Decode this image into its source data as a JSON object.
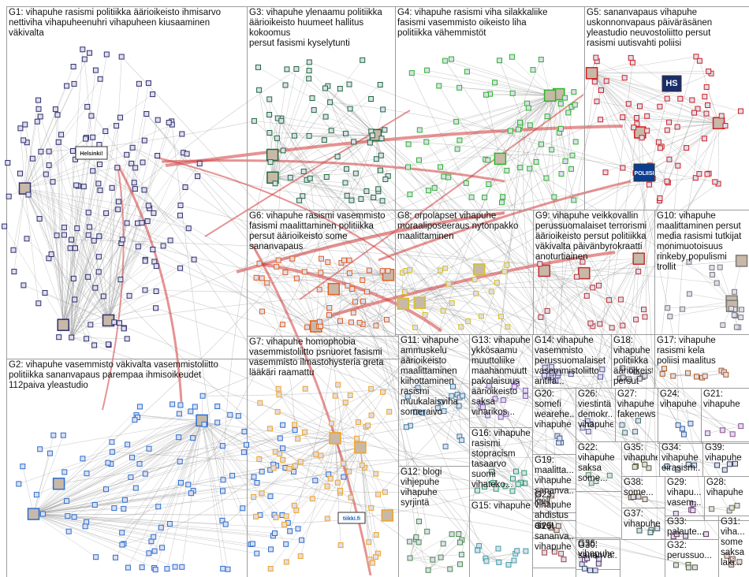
{
  "groups": [
    {
      "id": "G1",
      "label": "G1: vihapuhe rasismi politiikka äärioikeisto ihmisarvo\nnettiviha vihapuheenuhri vihapuheen kiusaaminen\nväkivalta",
      "color": "#2f2f6b"
    },
    {
      "id": "G2",
      "label": "G2: vihapuhe vasemmisto väkivalta vasemmistoliitto\npolitiikka sananvapaus parempaa ihmisoikeudet\n112paiva yleastudio",
      "color": "#2a6fd1"
    },
    {
      "id": "G3",
      "label": "G3: vihapuhe ylenaamu politiikka\näärioikeisto huumeet hallitus kokoomus\npersut fasismi kyselytunti",
      "color": "#1d6b3a"
    },
    {
      "id": "G4",
      "label": "G4: vihapuhe rasismi viha silakkaliike\nfasismi vasemmisto oikeisto liha\npolitiikka vähemmistöt",
      "color": "#2bb52b"
    },
    {
      "id": "G5",
      "label": "G5: sananvapaus vihapuhe\nuskonnonvapaus päiväräsänen\nyleastudio neuvostoliitto persut\nrasismi uutisvahti poliisi",
      "color": "#d21f1f"
    },
    {
      "id": "G6",
      "label": "G6: vihapuhe rasismi vasemmisto\nfasismi maalittaminen politiikka\npersut äärioikeisto some\nsananvapaus",
      "color": "#e06020"
    },
    {
      "id": "G7",
      "label": "G7: vihapuhe homophobia\nvasemmistoliitto psnuoret fasismi\nvasemmisto ilmastohysteria greta\nlääkäri raamattu",
      "color": "#f2a41e"
    },
    {
      "id": "G8",
      "label": "G8: orpolapset vihapuhe\nmoraaliposeeraus nytonpakko\nmaalittaminen",
      "color": "#d6c21e"
    },
    {
      "id": "G9",
      "label": "G9: vihapuhe veikkovallin\nperussuomalaiset terrorismi\näärioikeisto persut politiikka\nväkivalta päivänbyrokraatti\nanoturtiainen",
      "color": "#c03030"
    },
    {
      "id": "G10",
      "label": "G10: vihapuhe\nmaalittaminen persut\nmedia rasismi tutkijat\nmonimuotoisuus\nrinkeby populismi\ntrollit",
      "color": "#7a7a7a"
    },
    {
      "id": "G11",
      "label": "G11: vihapuhe\nammuskelu\näärioikeisto\nmaalittaminen\nkiihottaminen\nrasismi\nmuukalaisviha\nsomeraivo",
      "color": "#3a7a9a"
    },
    {
      "id": "G12",
      "label": "G12: blogi\nvihjepuhe\nvihapuhe\nsyrjintä",
      "color": "#4a8a4a"
    },
    {
      "id": "G13",
      "label": "G13: vihapuhe\nykkösaamu\nmuuttoliike\nmaahanmuutt\npakolaisuus\näärioikeisto\nsaksa\nviharikos...",
      "color": "#8a5ab8"
    },
    {
      "id": "G14",
      "label": "G14: vihapuhe\nvasemmisto\nperussuomalaiset\nvasemmistoliitto\nantifa...",
      "color": "#5a5aa0"
    },
    {
      "id": "G15",
      "label": "G15: vihapuhe",
      "color": "#3aa0a0"
    },
    {
      "id": "G16",
      "label": "G16: vihapuhe\nrasismi\nstopracism\ntasaarvo\nsuomi\nvihateko...",
      "color": "#2a9a6a"
    },
    {
      "id": "G17",
      "label": "G17: vihapuhe\nrasismi kela\npoliisi maalitus",
      "color": "#b05a20"
    },
    {
      "id": "G18",
      "label": "G18: vihapuhe\npolitiikka\näärioikeisto\npersut hallaaho\ntrollit botit...",
      "color": "#606060"
    },
    {
      "id": "G19",
      "label": "G19:\nmaalitta...\nvihapuhe\nsananva...\nkieli",
      "color": "#906040"
    },
    {
      "id": "G20",
      "label": "G20:\nsomefi\nwearehe...\nvihapuhe",
      "color": "#406090"
    },
    {
      "id": "G21",
      "label": "G21:\nvihapuhe",
      "color": "#905090"
    },
    {
      "id": "G22",
      "label": "G22:\nvihapuhe\nsaksa\nsome...",
      "color": "#509050"
    },
    {
      "id": "G23",
      "label": "G23:\nvihapuhe\nahdistus\naivot",
      "color": "#705030"
    },
    {
      "id": "G24",
      "label": "G24:\nvihapuhe",
      "color": "#3060a0"
    },
    {
      "id": "G25",
      "label": "G25:\nsananva...\nvihapuhe",
      "color": "#a04040"
    },
    {
      "id": "G26",
      "label": "G26:\nviestintä\ndemokr...\nvihapuhe",
      "color": "#606090"
    },
    {
      "id": "G27",
      "label": "G27:\nvihapuhe\nfakenews",
      "color": "#407070"
    },
    {
      "id": "G28",
      "label": "G28:\nvihapuhe",
      "color": "#707040"
    },
    {
      "id": "G29",
      "label": "G29:\nvihapu...\nvasem...",
      "color": "#704070"
    },
    {
      "id": "G30",
      "label": "G30:\nsananva...",
      "color": "#405070"
    },
    {
      "id": "G31",
      "label": "G31:\nviha...\nsome\nsaksa\nlaki...",
      "color": "#805030"
    },
    {
      "id": "G32",
      "label": "G32:\nperussuo...",
      "color": "#506030"
    },
    {
      "id": "G33",
      "label": "G33:\npalaute...",
      "color": "#603050"
    },
    {
      "id": "G34",
      "label": "G34:\nvihapuhe\neirasism...",
      "color": "#305060"
    },
    {
      "id": "G35",
      "label": "G35:\nvihapuhe",
      "color": "#606030"
    },
    {
      "id": "G36",
      "label": "G36:\nvihapuhe",
      "color": "#503060"
    },
    {
      "id": "G37",
      "label": "G37:\nvihapuhe",
      "color": "#306050"
    },
    {
      "id": "G38",
      "label": "G38:\nsome...",
      "color": "#605030"
    },
    {
      "id": "G39",
      "label": "G39:\nvihapuhe",
      "color": "#304060"
    }
  ],
  "node_badges": [
    {
      "text": "Helsinki!",
      "group": "G1"
    },
    {
      "text": "HS",
      "group": "G5"
    },
    {
      "text": "POLIISI",
      "group": "G5"
    },
    {
      "text": "tiikki.fi",
      "group": "G7"
    }
  ]
}
